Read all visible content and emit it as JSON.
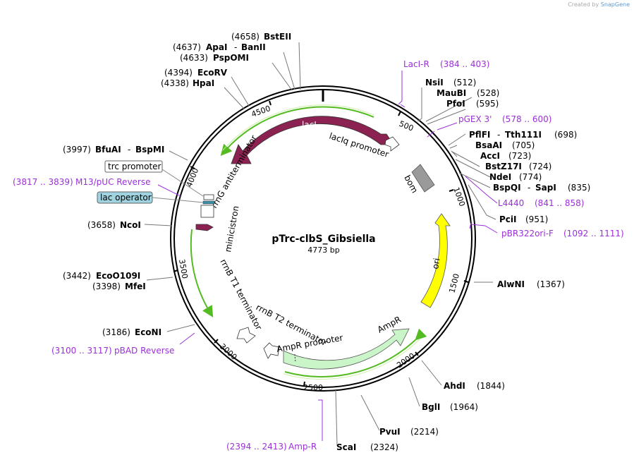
{
  "credit": {
    "prefix": "Created by",
    "brand": "SnapGene"
  },
  "plasmid": {
    "name": "pTrc-clbS_Gibsiella",
    "length": "4773 bp"
  },
  "ticks": [
    "500",
    "1000",
    "1500",
    "2000",
    "2500",
    "3000",
    "3500",
    "4000",
    "4500"
  ],
  "features": {
    "lacI": "lacI",
    "lacIq": "lacIq promoter",
    "bom": "bom",
    "ori": "ori",
    "ampR": "AmpR",
    "ampRprom": "AmpR promoter",
    "rrnB_T2": "rrnB T2 terminator",
    "rrnB_T1": "rrnB T1 terminator",
    "minicistron": "minicistron",
    "rrnG": "rrnG antiterminator",
    "trc": "trc promoter",
    "lacOp": "lac operator"
  },
  "sites": [
    {
      "name": "BstEII",
      "pos": "(4658)"
    },
    {
      "name": "ApaI",
      "name2": "BanII",
      "pos": "(4637)"
    },
    {
      "name": "PspOMI",
      "pos": "(4633)"
    },
    {
      "name": "EcoRV",
      "pos": "(4394)"
    },
    {
      "name": "HpaI",
      "pos": "(4338)"
    },
    {
      "name": "NsiI",
      "pos": "(512)"
    },
    {
      "name": "MauBI",
      "pos": "(528)"
    },
    {
      "name": "PfoI",
      "pos": "(595)"
    },
    {
      "name": "PflFI",
      "name2": "Tth111I",
      "pos": "(698)"
    },
    {
      "name": "BsaAI",
      "pos": "(705)"
    },
    {
      "name": "AccI",
      "pos": "(723)"
    },
    {
      "name": "BstZ17I",
      "pos": "(724)"
    },
    {
      "name": "NdeI",
      "pos": "(774)"
    },
    {
      "name": "BspQI",
      "name2": "SapI",
      "pos": "(835)"
    },
    {
      "name": "PciI",
      "pos": "(951)"
    },
    {
      "name": "AlwNI",
      "pos": "(1367)"
    },
    {
      "name": "AhdI",
      "pos": "(1844)"
    },
    {
      "name": "BglI",
      "pos": "(1964)"
    },
    {
      "name": "PvuI",
      "pos": "(2214)"
    },
    {
      "name": "ScaI",
      "pos": "(2324)"
    },
    {
      "name": "EcoNI",
      "pos": "(3186)"
    },
    {
      "name": "EcoO109I",
      "pos": "(3442)"
    },
    {
      "name": "MfeI",
      "pos": "(3398)"
    },
    {
      "name": "NcoI",
      "pos": "(3658)"
    },
    {
      "name": "BfuAI",
      "name2": "BspMI",
      "pos": "(3997)"
    }
  ],
  "primers": [
    {
      "name": "LacI-R",
      "range": "(384 .. 403)"
    },
    {
      "name": "pGEX 3'",
      "range": "(578 .. 600)"
    },
    {
      "name": "L4440",
      "range": "(841 .. 858)"
    },
    {
      "name": "pBR322ori-F",
      "range": "(1092 .. 1111)"
    },
    {
      "name": "Amp-R",
      "range": "(2394 .. 2413)"
    },
    {
      "name": "pBAD Reverse",
      "range": "(3100 .. 3117)"
    },
    {
      "name": "M13/pUC Reverse",
      "range": "(3817 .. 3839)"
    }
  ],
  "colors": {
    "lacI": "#8b2252",
    "bom": "#9a9a9a",
    "ori": "#ffff00",
    "ampR": "#c9f5c9",
    "primer": "#9b30d9",
    "orf_arrow": "#55bb22",
    "lacOp": "#9fd3e0"
  }
}
